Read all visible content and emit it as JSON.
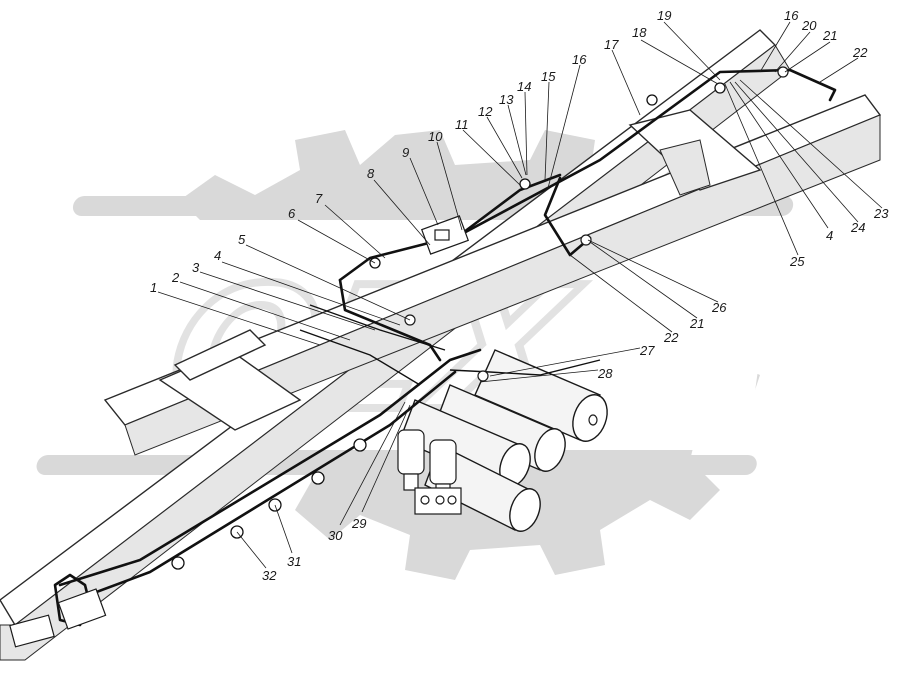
{
  "figure": {
    "watermark": {
      "text": "OEX",
      "kind": "gear-logo"
    },
    "callouts": [
      {
        "id": "c1",
        "label": "1"
      },
      {
        "id": "c2",
        "label": "2"
      },
      {
        "id": "c3",
        "label": "3"
      },
      {
        "id": "c4a",
        "label": "4"
      },
      {
        "id": "c5",
        "label": "5"
      },
      {
        "id": "c6",
        "label": "6"
      },
      {
        "id": "c7",
        "label": "7"
      },
      {
        "id": "c8",
        "label": "8"
      },
      {
        "id": "c9",
        "label": "9"
      },
      {
        "id": "c10",
        "label": "10"
      },
      {
        "id": "c11",
        "label": "11"
      },
      {
        "id": "c12",
        "label": "12"
      },
      {
        "id": "c13",
        "label": "13"
      },
      {
        "id": "c14",
        "label": "14"
      },
      {
        "id": "c15",
        "label": "15"
      },
      {
        "id": "c16a",
        "label": "16"
      },
      {
        "id": "c17",
        "label": "17"
      },
      {
        "id": "c18",
        "label": "18"
      },
      {
        "id": "c19",
        "label": "19"
      },
      {
        "id": "c16b",
        "label": "16"
      },
      {
        "id": "c20",
        "label": "20"
      },
      {
        "id": "c21a",
        "label": "21"
      },
      {
        "id": "c22a",
        "label": "22"
      },
      {
        "id": "c23",
        "label": "23"
      },
      {
        "id": "c24",
        "label": "24"
      },
      {
        "id": "c4b",
        "label": "4"
      },
      {
        "id": "c25",
        "label": "25"
      },
      {
        "id": "c26",
        "label": "26"
      },
      {
        "id": "c21b",
        "label": "21"
      },
      {
        "id": "c22b",
        "label": "22"
      },
      {
        "id": "c27",
        "label": "27"
      },
      {
        "id": "c28",
        "label": "28"
      },
      {
        "id": "c29",
        "label": "29"
      },
      {
        "id": "c30",
        "label": "30"
      },
      {
        "id": "c31",
        "label": "31"
      },
      {
        "id": "c32",
        "label": "32"
      }
    ]
  }
}
